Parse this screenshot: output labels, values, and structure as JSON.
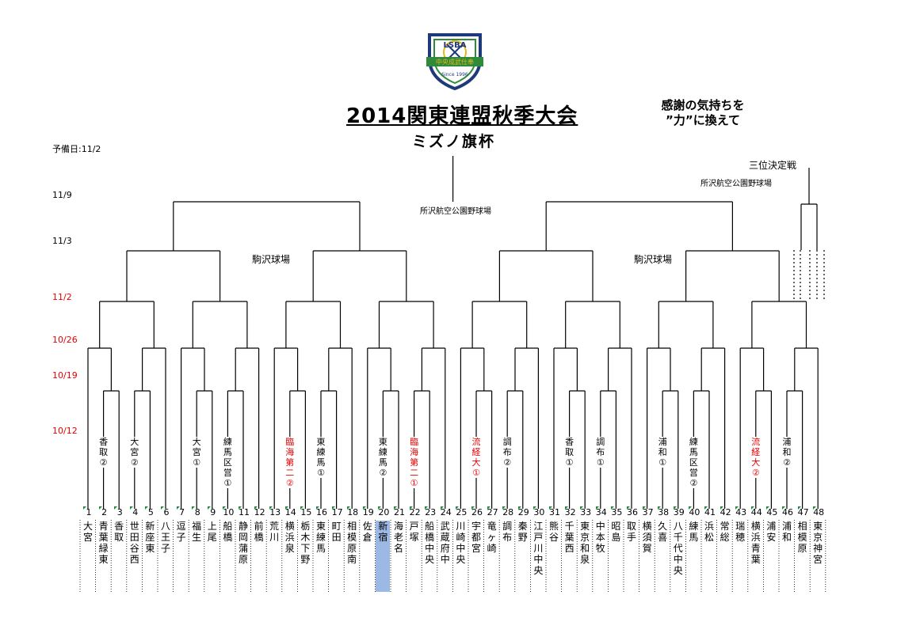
{
  "header": {
    "title": "2014関東連盟秋季大会",
    "subtitle": "ミズノ旗杯",
    "slogan_line1": "感謝の気持ちを",
    "slogan_line2": "”力”に換えて"
  },
  "logo": {
    "text": "LSBA",
    "band_text": "中央成武仕奉",
    "bottom_text": "Since 1996"
  },
  "reserve_day": "予備日:11/2",
  "third_place": {
    "label": "三位決定戦",
    "venue": "所沢航空公園野球場"
  },
  "dates": [
    {
      "text": "11/9",
      "color": "black"
    },
    {
      "text": "11/3",
      "color": "black"
    },
    {
      "text": "11/2",
      "color": "red"
    },
    {
      "text": "10/26",
      "color": "red"
    },
    {
      "text": "10/19",
      "color": "red"
    },
    {
      "text": "10/12",
      "color": "red"
    }
  ],
  "venues": {
    "final": "所沢航空公園野球場",
    "semi_left": "駒沢球場",
    "semi_right": "駒沢球場"
  },
  "seed_labels": [
    {
      "pos": 2,
      "text": "香取②",
      "color": "black"
    },
    {
      "pos": 4,
      "text": "大宮②",
      "color": "black"
    },
    {
      "pos": 8,
      "text": "大宮①",
      "color": "black"
    },
    {
      "pos": 10,
      "text": "練馬区営①",
      "color": "black"
    },
    {
      "pos": 14,
      "text": "臨海第二②",
      "color": "red"
    },
    {
      "pos": 16,
      "text": "東練馬①",
      "color": "black"
    },
    {
      "pos": 20,
      "text": "東練馬②",
      "color": "black"
    },
    {
      "pos": 22,
      "text": "臨海第二①",
      "color": "red"
    },
    {
      "pos": 26,
      "text": "流経大①",
      "color": "red"
    },
    {
      "pos": 28,
      "text": "調布②",
      "color": "black"
    },
    {
      "pos": 32,
      "text": "香取①",
      "color": "black"
    },
    {
      "pos": 34,
      "text": "調布①",
      "color": "black"
    },
    {
      "pos": 38,
      "text": "浦和①",
      "color": "black"
    },
    {
      "pos": 40,
      "text": "練馬区営②",
      "color": "black"
    },
    {
      "pos": 44,
      "text": "流経大②",
      "color": "red"
    },
    {
      "pos": 46,
      "text": "浦和②",
      "color": "black"
    }
  ],
  "teams": [
    {
      "num": "1",
      "name": "大宮"
    },
    {
      "num": "2",
      "name": "青葉緑東"
    },
    {
      "num": "3",
      "name": "香取"
    },
    {
      "num": "4",
      "name": "世田谷西"
    },
    {
      "num": "5",
      "name": "新座東"
    },
    {
      "num": "6",
      "name": "八王子"
    },
    {
      "num": "7",
      "name": "逗子"
    },
    {
      "num": "8",
      "name": "福生"
    },
    {
      "num": "9",
      "name": "上尾"
    },
    {
      "num": "10",
      "name": "船橋"
    },
    {
      "num": "11",
      "name": "静岡蒲原"
    },
    {
      "num": "12",
      "name": "前橋"
    },
    {
      "num": "13",
      "name": "荒川"
    },
    {
      "num": "14",
      "name": "横浜泉"
    },
    {
      "num": "15",
      "name": "栃木下野"
    },
    {
      "num": "16",
      "name": "東練馬"
    },
    {
      "num": "17",
      "name": "町田"
    },
    {
      "num": "18",
      "name": "相模原南"
    },
    {
      "num": "19",
      "name": "佐倉"
    },
    {
      "num": "20",
      "name": "新宿"
    },
    {
      "num": "21",
      "name": "海老名"
    },
    {
      "num": "22",
      "name": "戸塚"
    },
    {
      "num": "23",
      "name": "船橋中央"
    },
    {
      "num": "24",
      "name": "武蔵府中"
    },
    {
      "num": "25",
      "name": "川崎中央"
    },
    {
      "num": "26",
      "name": "宇都宮"
    },
    {
      "num": "27",
      "name": "竜ヶ崎"
    },
    {
      "num": "28",
      "name": "調布"
    },
    {
      "num": "29",
      "name": "秦野"
    },
    {
      "num": "30",
      "name": "江戸川中央"
    },
    {
      "num": "31",
      "name": "熊谷"
    },
    {
      "num": "32",
      "name": "千葉西"
    },
    {
      "num": "33",
      "name": "東京和泉"
    },
    {
      "num": "34",
      "name": "中本牧"
    },
    {
      "num": "35",
      "name": "昭島"
    },
    {
      "num": "36",
      "name": "取手"
    },
    {
      "num": "37",
      "name": "横須賀"
    },
    {
      "num": "38",
      "name": "久喜"
    },
    {
      "num": "39",
      "name": "八千代中央"
    },
    {
      "num": "40",
      "name": "練馬"
    },
    {
      "num": "41",
      "name": "浜松"
    },
    {
      "num": "42",
      "name": "常総"
    },
    {
      "num": "43",
      "name": "瑞穂"
    },
    {
      "num": "44",
      "name": "横浜青葉"
    },
    {
      "num": "45",
      "name": "浦安"
    },
    {
      "num": "46",
      "name": "浦和"
    },
    {
      "num": "47",
      "name": "相模原"
    },
    {
      "num": "48",
      "name": "東京神宮"
    }
  ],
  "highlighted_team": "20",
  "colors": {
    "red": "#e60000",
    "highlight": "#9cb8e4",
    "green_marker": "#1d8a3c",
    "logo_navy": "#1f3a7a",
    "logo_gold": "#e3b91a",
    "logo_green": "#2f8a3a"
  }
}
